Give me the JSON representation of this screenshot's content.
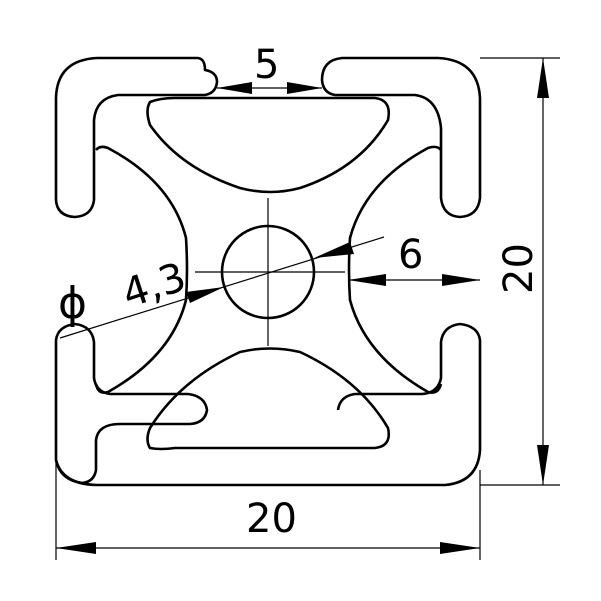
{
  "drawing": {
    "dimensions": {
      "slot_width": "5",
      "center_offset": "6",
      "overall_height": "20",
      "overall_width": "20",
      "bore_symbol": "ϕ",
      "bore_diameter": "4,3"
    }
  }
}
